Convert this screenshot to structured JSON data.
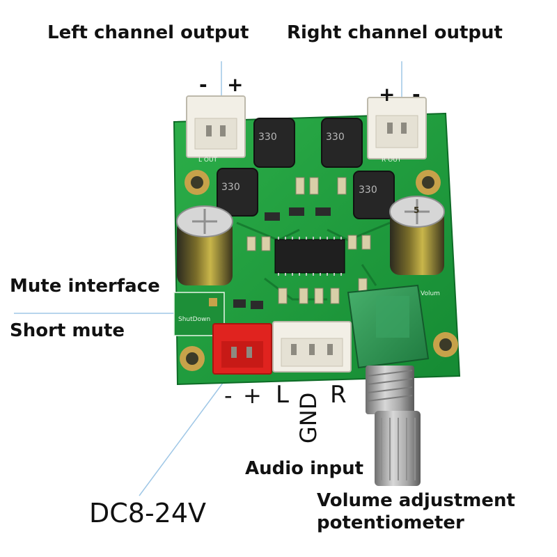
{
  "labels": {
    "left_channel_output": "Left channel output",
    "right_channel_output": "Right channel output",
    "mute_interface": "Mute interface",
    "short_mute": "Short mute",
    "audio_input": "Audio input",
    "dc_range": "DC8-24V",
    "volume_line1": "Volume adjustment",
    "volume_line2": "potentiometer"
  },
  "polarity": {
    "left_minus": "-",
    "left_plus": "+",
    "right_plus": "+",
    "right_minus": "-",
    "power_minus": "-",
    "power_plus": "+",
    "input_l": "L",
    "input_gnd": "GND",
    "input_r": "R"
  },
  "silkscreen": {
    "inductor_marking": "330",
    "shutdown": "ShutDown",
    "l_out": "L OUT",
    "r_out": "R OUT",
    "volume": "Volum",
    "cap_marking": "5"
  },
  "colors": {
    "pcb_green": "#1f9a3c",
    "pcb_dark": "#0d6b26",
    "connector_white": "#f2efe6",
    "connector_red": "#e0231f",
    "pot_green": "#2f9a56",
    "leader_line": "#9fc7e6"
  }
}
